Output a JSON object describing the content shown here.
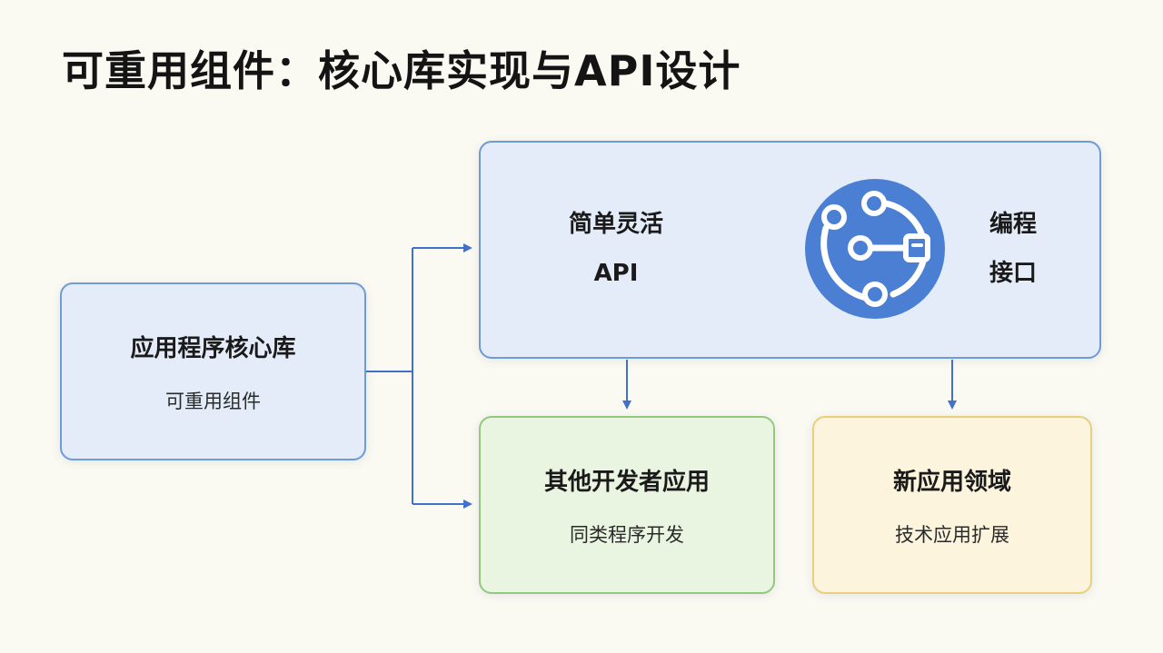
{
  "title": "可重用组件：核心库实现与API设计",
  "nodes": {
    "core": {
      "title": "应用程序核心库",
      "subtitle": "可重用组件"
    },
    "api": {
      "label_line1": "简单灵活",
      "label_line2": "API"
    },
    "programming": {
      "label_line1": "编程",
      "label_line2": "接口"
    },
    "other_devs": {
      "title": "其他开发者应用",
      "subtitle": "同类程序开发"
    },
    "new_domain": {
      "title": "新应用领域",
      "subtitle": "技术应用扩展"
    }
  },
  "icons": {
    "api_icon": "api-network-icon"
  },
  "colors": {
    "accent_blue": "#3f72c8",
    "core_fill": "#e3ecf8",
    "dev_fill": "#e9f5e1",
    "new_fill": "#fcf4dc",
    "icon_circle": "#4a7fd3"
  }
}
